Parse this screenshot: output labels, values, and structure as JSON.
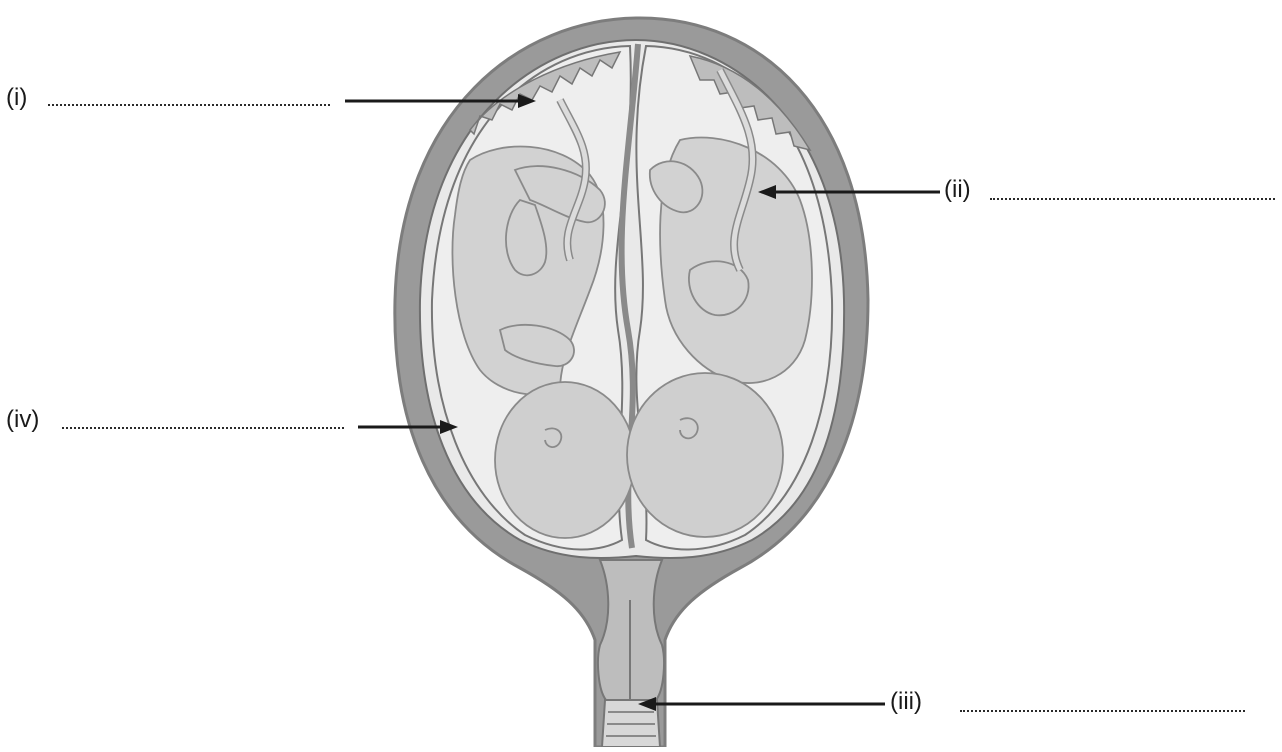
{
  "labels": {
    "i": {
      "text": "(i)",
      "answer_line": ""
    },
    "ii": {
      "text": "(ii)",
      "answer_line": ""
    },
    "iii": {
      "text": "(iii)",
      "answer_line": ""
    },
    "iv": {
      "text": "(iv)",
      "answer_line": ""
    }
  },
  "colors": {
    "uterus_wall": "#9a9a9a",
    "uterus_outline": "#7d7d7d",
    "amniotic_fluid": "#e9e9e9",
    "fetus": "#d2d2d2",
    "fetus_outline": "#8a8a8a",
    "placenta": "#bdbdbd",
    "arrow": "#1a1a1a"
  }
}
